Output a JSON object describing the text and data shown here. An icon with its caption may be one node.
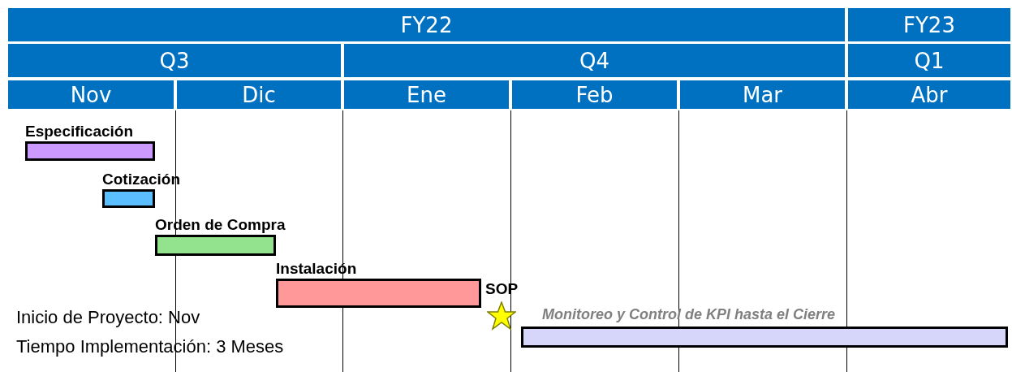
{
  "diagram": {
    "nodes": [
      {
        "text": [
          "FY22"
        ]
      },
      {
        "text": [
          "FY23"
        ]
      },
      {
        "text": [
          "Q3"
        ]
      },
      {
        "text": [
          "Q4"
        ]
      },
      {
        "text": [
          "Q1"
        ]
      },
      {
        "text": [
          "Nov"
        ]
      },
      {
        "text": [
          "Dic"
        ]
      },
      {
        "text": [
          "Ene"
        ]
      },
      {
        "text": [
          "Feb"
        ]
      },
      {
        "text": [
          "Mar"
        ]
      },
      {
        "text": [
          "Abr"
        ]
      },
      {
        "text": [
          "Especificación"
        ]
      },
      {
        "text": [
          "Cotización"
        ]
      },
      {
        "text": [
          "Orden de Compra"
        ]
      },
      {
        "text": [
          "Instalación"
        ]
      },
      {
        "text": [
          "SOP"
        ]
      },
      {
        "text": [
          "Monitoreo  y Control de KPI  hasta el Cierre"
        ]
      }
    ],
    "labels": [
      "Inicio de Proyecto: Nov",
      "Tiempo Implementación: 3 Meses"
    ]
  }
}
